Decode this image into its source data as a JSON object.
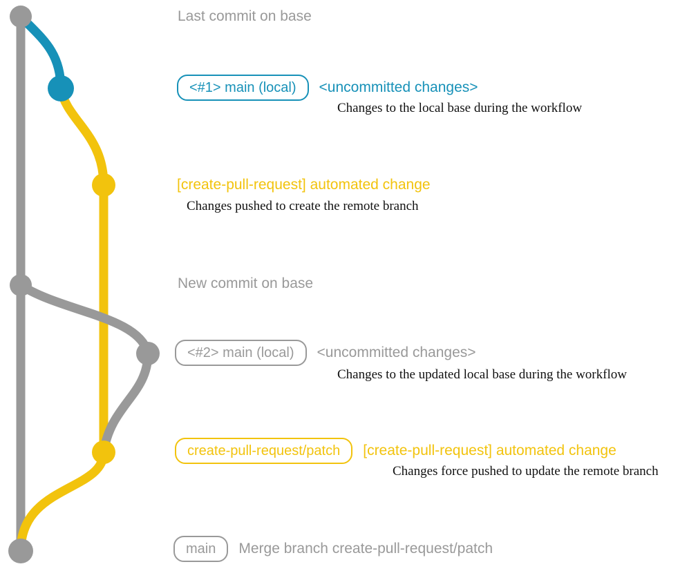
{
  "colors": {
    "c-gray": "#999999",
    "c-blue": "#1791b8",
    "c-yellow": "#f2c30d",
    "c-ink": "#111111",
    "c-bg": "#ffffff"
  },
  "graph": {
    "branch_names": {
      "base": "base (gray)",
      "local_main": "main local (blue)",
      "remote_patch": "create-pull-request/patch (yellow)"
    }
  },
  "annotations": {
    "row1": {
      "text": "Last commit on base"
    },
    "row2": {
      "badge": "<#1> main (local)",
      "title": "<uncommitted changes>",
      "desc": "Changes to the local base during the workflow"
    },
    "row3": {
      "title": "[create-pull-request] automated change",
      "desc": "Changes pushed to create the remote branch"
    },
    "row4": {
      "text": "New commit on base"
    },
    "row5": {
      "badge": "<#2> main (local)",
      "title": "<uncommitted changes>",
      "desc": "Changes to the updated local base during the workflow"
    },
    "row6": {
      "badge": "create-pull-request/patch",
      "title": "[create-pull-request] automated change",
      "desc": "Changes force pushed to update the remote branch"
    },
    "row7": {
      "badge": "main",
      "text": "Merge branch create-pull-request/patch"
    }
  }
}
